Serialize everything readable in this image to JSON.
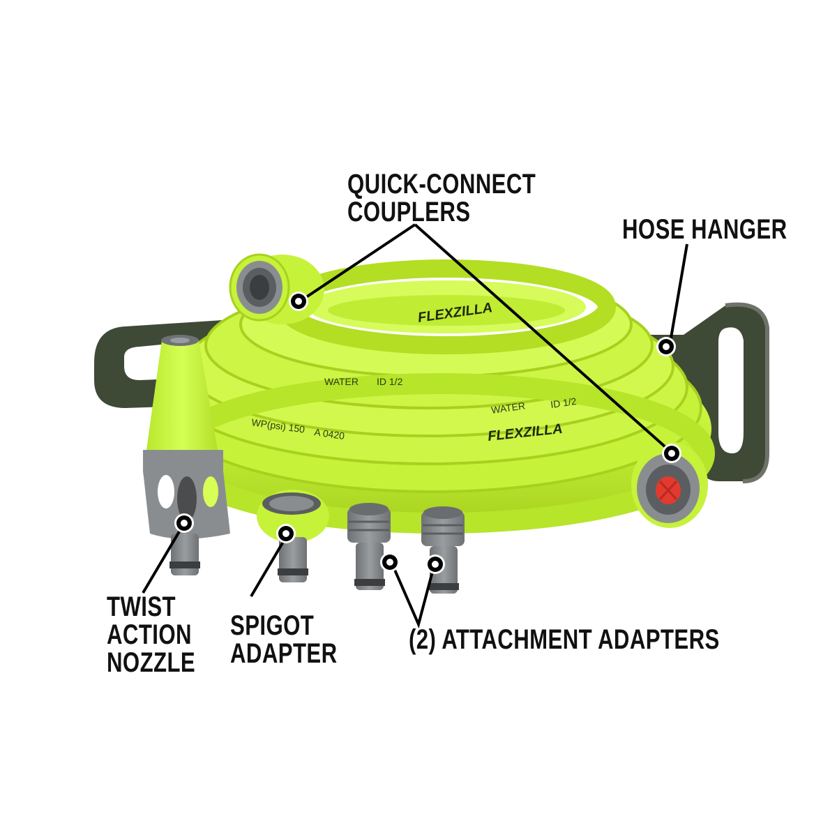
{
  "product": {
    "brand_print": "FLEXZILLA",
    "hose_print": [
      "WATER",
      "ID 1/2",
      "WP(psi) 150",
      "A 0420"
    ],
    "colors": {
      "hose": "#c6f23a",
      "hose_shadow": "#a7d11e",
      "hose_highlight": "#dcff6e",
      "fitting_gray": "#8a8d8f",
      "fitting_dark": "#5b5e60",
      "hanger": "#3f4a36",
      "hanger_edge": "#6e7268",
      "valve_red": "#e23a2e",
      "callout_line": "#000000",
      "callout_dot_fill": "#000000",
      "callout_dot_ring": "#ffffff",
      "label_text": "#111111",
      "background": "#ffffff"
    }
  },
  "callouts": [
    {
      "id": "quick-connect-couplers",
      "lines": [
        "QUICK-CONNECT",
        "COUPLERS"
      ]
    },
    {
      "id": "hose-hanger",
      "lines": [
        "HOSE HANGER"
      ]
    },
    {
      "id": "twist-action-nozzle",
      "lines": [
        "TWIST",
        "ACTION",
        "NOZZLE"
      ]
    },
    {
      "id": "spigot-adapter",
      "lines": [
        "SPIGOT",
        "ADAPTER"
      ]
    },
    {
      "id": "attachment-adapters",
      "lines": [
        "(2) ATTACHMENT ADAPTERS"
      ]
    }
  ]
}
